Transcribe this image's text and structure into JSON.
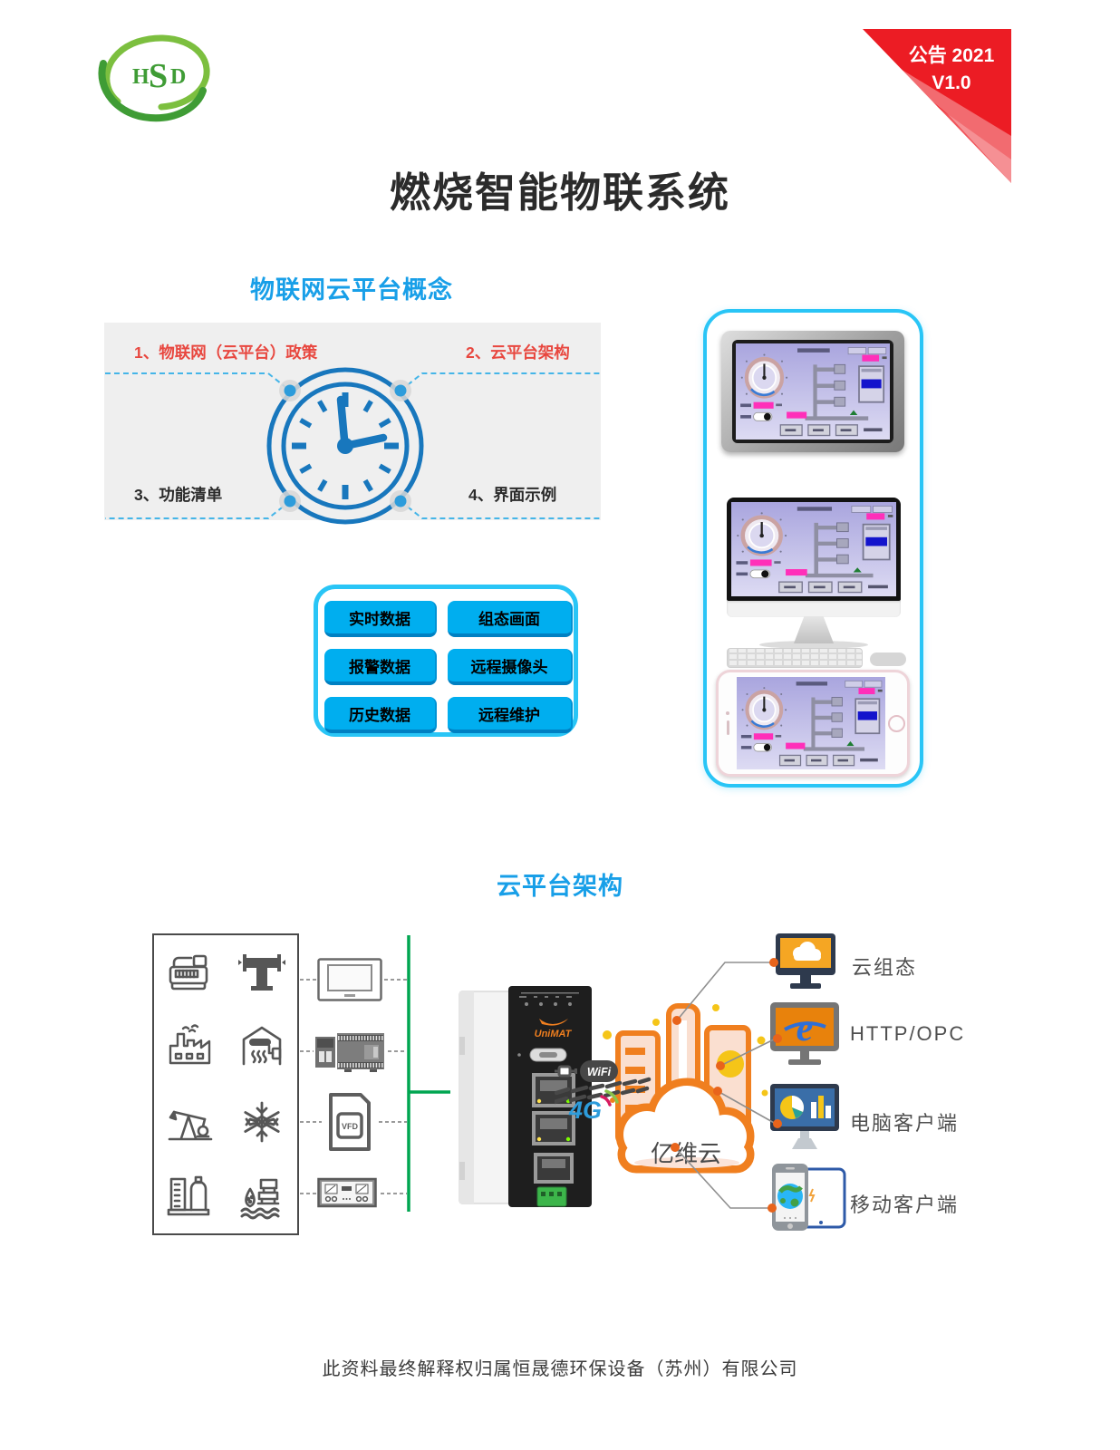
{
  "logo": {
    "h": "H",
    "s": "S",
    "d": "D"
  },
  "banner": {
    "line1": "公告 2021",
    "line2": "V1.0"
  },
  "title": "燃烧智能物联系统",
  "concept": {
    "heading": "物联网云平台概念",
    "items": [
      {
        "label": "1、物联网（云平台）政策",
        "color": "#E8473F"
      },
      {
        "label": "2、云平台架构",
        "color": "#E8473F"
      },
      {
        "label": "3、功能清单",
        "color": "#2b2b2b"
      },
      {
        "label": "4、界面示例",
        "color": "#2b2b2b"
      }
    ]
  },
  "features": {
    "buttons": [
      "实时数据",
      "组态画面",
      "报警数据",
      "远程摄像头",
      "历史数据",
      "远程维护"
    ]
  },
  "architecture": {
    "heading": "云平台架构",
    "gateway_brand": "UniMAT",
    "wifi": "WiFi",
    "g4": "4G",
    "vfd": "VFD",
    "cloud": "亿维云",
    "clients": [
      "云组态",
      "HTTP/OPC",
      "电脑客户端",
      "移动客户端"
    ]
  },
  "footer": "此资料最终解释权归属恒晟德环保设备（苏州）有限公司",
  "colors": {
    "accent_blue": "#189FE8",
    "button_blue": "#00AEEF",
    "panel_border": "#29C5F6",
    "alert_red": "#E8473F",
    "banner_red": "#EC1C24",
    "bus_green": "#00A651",
    "cloud_orange": "#F07F1F"
  }
}
